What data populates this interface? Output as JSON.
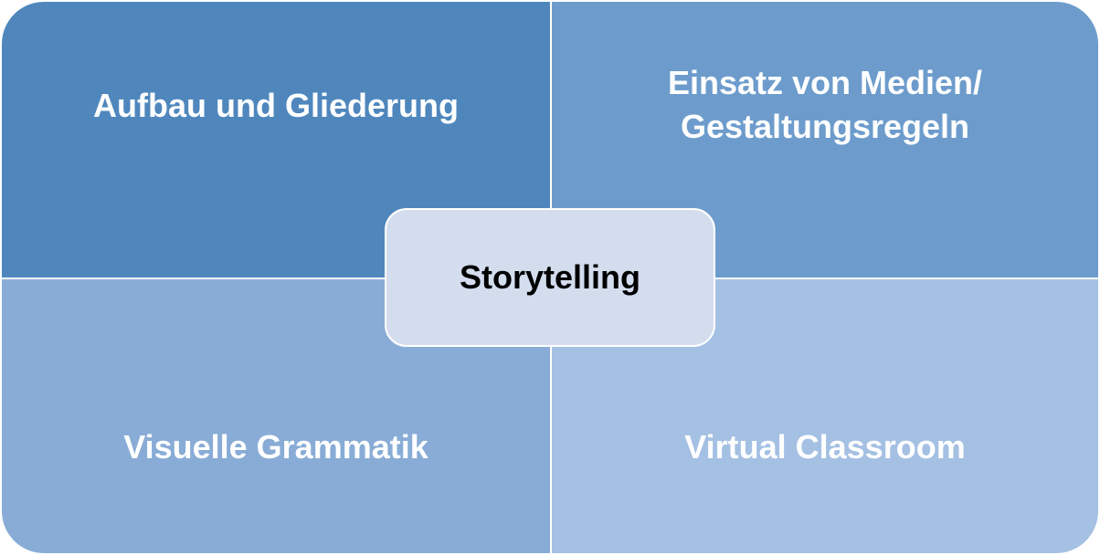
{
  "diagram": {
    "center": {
      "label": "Storytelling"
    },
    "quadrants": {
      "top_left": {
        "label": "Aufbau und Gliederung",
        "color": "#4f87bd"
      },
      "top_right": {
        "label": "Einsatz von Medien/\nGestaltungsregeln",
        "color": "#6d9ccc"
      },
      "bottom_left": {
        "label": "Visuelle Grammatik",
        "color": "#88acd6"
      },
      "bottom_right": {
        "label": "Virtual Classroom",
        "color": "#a4c0e3"
      }
    },
    "center_color": "#d4ddee"
  }
}
